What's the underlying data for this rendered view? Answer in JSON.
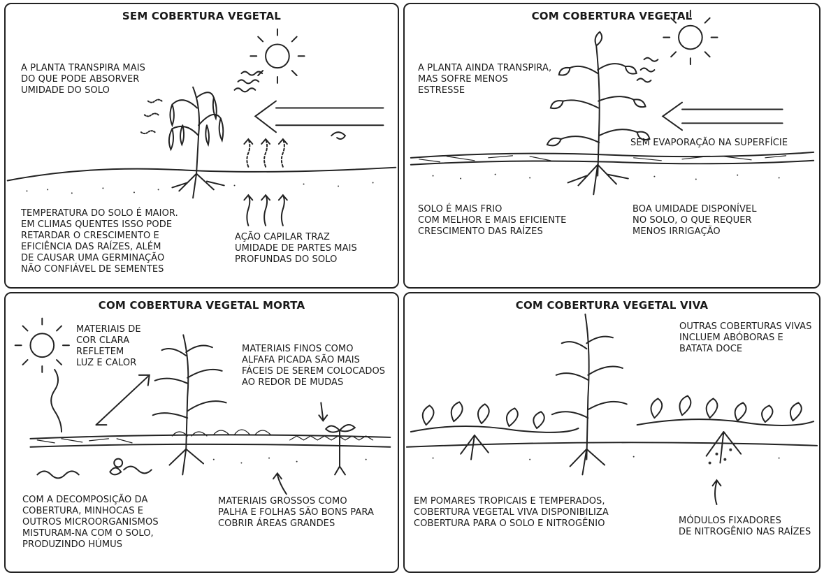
{
  "panels": {
    "no_cover": {
      "title": "SEM COBERTURA VEGETAL",
      "transpire": "A PLANTA TRANSPIRA MAIS\nDO QUE PODE ABSORVER\nUMIDADE DO SOLO",
      "soil_temp": "TEMPERATURA DO SOLO É MAIOR.\nEM CLIMAS QUENTES ISSO PODE\nRETARDAR O CRESCIMENTO E\nEFICIÊNCIA DAS RAÍZES, ALÉM\nDE CAUSAR UMA GERMINAÇÃO\nNÃO CONFIÁVEL DE SEMENTES",
      "capillary": "AÇÃO CAPILAR TRAZ\nUMIDADE DE PARTES MAIS\nPROFUNDAS DO SOLO"
    },
    "with_cover": {
      "title": "COM COBERTURA VEGETAL",
      "transpire": "A PLANTA AINDA TRANSPIRA,\nMAS SOFRE MENOS\nESTRESSE",
      "no_evaporation": "SEM EVAPORAÇÃO NA SUPERFÍCIE",
      "cooler_soil": "SOLO É MAIS FRIO\nCOM MELHOR E MAIS EFICIENTE\nCRESCIMENTO DAS RAÍZES",
      "moisture": "BOA UMIDADE DISPONÍVEL\nNO SOLO, O QUE REQUER\nMENOS IRRIGAÇÃO"
    },
    "dead_cover": {
      "title": "COM COBERTURA VEGETAL MORTA",
      "light_materials": "MATERIAIS DE\nCOR CLARA\nREFLETEM\nLUZ E CALOR",
      "fine_materials": "MATERIAIS FINOS COMO\nALFAFA PICADA SÃO MAIS\nFÁCEIS DE SEREM COLOCADOS\nAO REDOR DE MUDAS",
      "decomposition": "COM A DECOMPOSIÇÃO DA\nCOBERTURA, MINHOCAS E\nOUTROS MICROORGANISMOS\nMISTURAM-NA COM O SOLO,\nPRODUZINDO HÚMUS",
      "coarse_materials": "MATERIAIS GROSSOS COMO\nPALHA E FOLHAS SÃO BONS PARA\nCOBRIR ÁREAS GRANDES"
    },
    "live_cover": {
      "title": "COM COBERTURA VEGETAL VIVA",
      "other_covers": "OUTRAS COBERTURAS VIVAS\nINCLUEM ABÓBORAS E\nBATATA DOCE",
      "orchards": "EM POMARES TROPICAIS E TEMPERADOS,\nCOBERTURA VEGETAL VIVA DISPONIBILIZA\nCOBERTURA PARA O SOLO E NITROGÊNIO",
      "nodules": "MÓDULOS FIXADORES\nDE NITROGÊNIO NAS RAÍZES"
    }
  }
}
